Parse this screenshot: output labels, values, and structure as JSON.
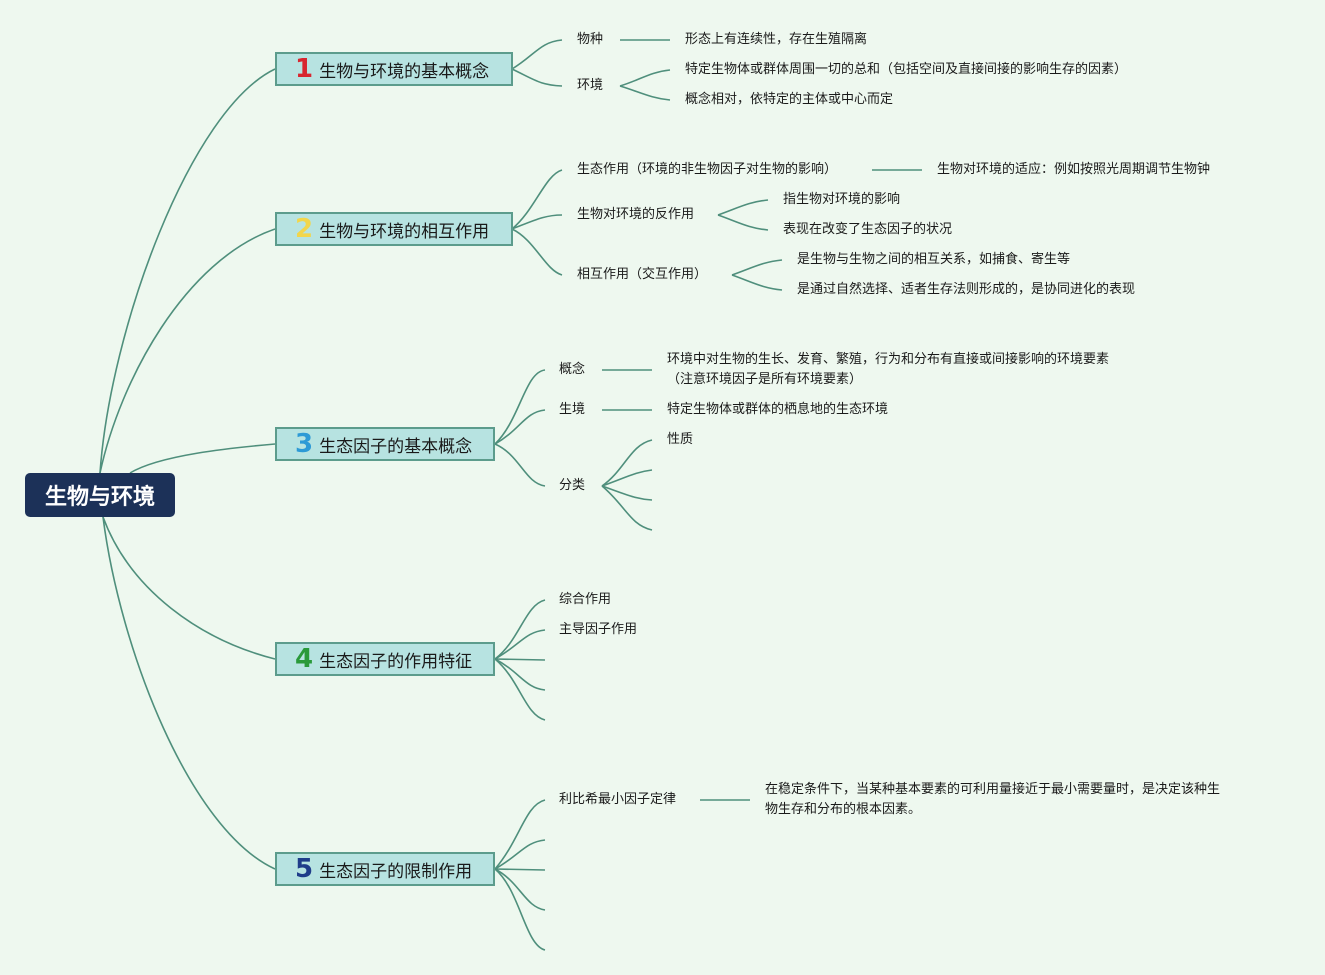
{
  "root": {
    "label": "生物与环境"
  },
  "topics": [
    {
      "number": "1",
      "number_color": "#d8262f",
      "label": "生物与环境的基本概念",
      "items": [
        {
          "label": "物种",
          "detail": "形态上有连续性，存在生殖隔离"
        },
        {
          "label": "环境",
          "details": [
            "特定生物体或群体周围一切的总和（包括空间及直接间接的影响生存的因素）",
            "概念相对，依特定的主体或中心而定"
          ]
        }
      ]
    },
    {
      "number": "2",
      "number_color": "#f2d64b",
      "label": "生物与环境的相互作用",
      "items": [
        {
          "label": "生态作用（环境的非生物因子对生物的影响）",
          "detail": "生物对环境的适应：例如按照光周期调节生物钟"
        },
        {
          "label": "生物对环境的反作用",
          "details": [
            "指生物对环境的影响",
            "表现在改变了生态因子的状况"
          ]
        },
        {
          "label": "相互作用（交互作用）",
          "details": [
            "是生物与生物之间的相互关系，如捕食、寄生等",
            "是通过自然选择、适者生存法则形成的，是协同进化的表现"
          ]
        }
      ]
    },
    {
      "number": "3",
      "number_color": "#2d9ad6",
      "label": "生态因子的基本概念",
      "items": [
        {
          "label": "概念",
          "detail": "环境中对生物的生长、发育、繁殖，行为和分布有直接或间接影响的环境要素",
          "detail_line2": "（注意环境因子是所有环境要素）"
        },
        {
          "label": "生境",
          "detail": "特定生物体或群体的栖息地的生态环境"
        },
        {
          "label": "分类",
          "details": [
            "性质"
          ]
        }
      ]
    },
    {
      "number": "4",
      "number_color": "#2a9a3a",
      "label": "生态因子的作用特征",
      "items": [
        {
          "label": "综合作用"
        },
        {
          "label": "主导因子作用"
        }
      ]
    },
    {
      "number": "5",
      "number_color": "#1f3d8a",
      "label": "生态因子的限制作用",
      "items": [
        {
          "label": "利比希最小因子定律",
          "detail": "在稳定条件下，当某种基本要素的可利用量接近于最小需要量时，是决定该种生",
          "detail_line2": "物生存和分布的根本因素。"
        }
      ]
    }
  ]
}
